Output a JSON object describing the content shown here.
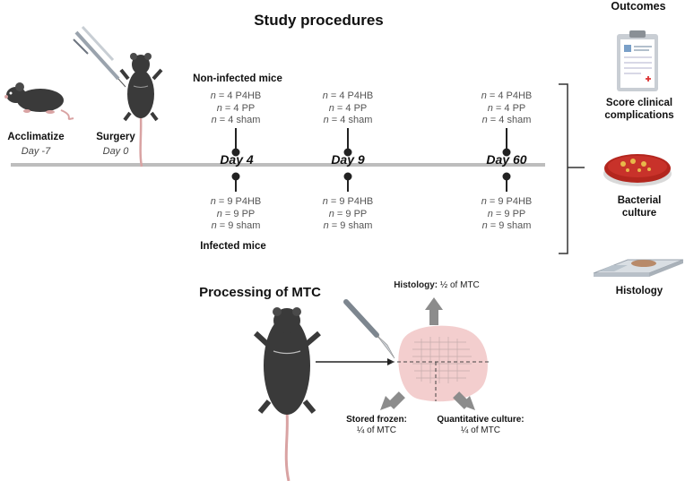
{
  "header": {
    "title": "Study procedures",
    "outcomes_title": "Outcomes"
  },
  "timeline": {
    "acclimatize": {
      "label": "Acclimatize",
      "day": "Day -7"
    },
    "surgery": {
      "label": "Surgery",
      "day": "Day 0"
    },
    "noninfected_label": "Non-infected mice",
    "infected_label": "Infected mice",
    "days": [
      {
        "label": "Day 4",
        "top": [
          {
            "n": "n",
            "text": " = 4 P4HB"
          },
          {
            "n": "n",
            "text": " = 4 PP"
          },
          {
            "n": "n",
            "text": " = 4 sham"
          }
        ],
        "bottom": [
          {
            "n": "n",
            "text": " = 9 P4HB"
          },
          {
            "n": "n",
            "text": " = 9 PP"
          },
          {
            "n": "n",
            "text": " = 9 sham"
          }
        ]
      },
      {
        "label": "Day 9",
        "top": [
          {
            "n": "n",
            "text": " = 4 P4HB"
          },
          {
            "n": "n",
            "text": " = 4 PP"
          },
          {
            "n": "n",
            "text": " = 4 sham"
          }
        ],
        "bottom": [
          {
            "n": "n",
            "text": " = 9 P4HB"
          },
          {
            "n": "n",
            "text": " = 9 PP"
          },
          {
            "n": "n",
            "text": " = 9 sham"
          }
        ]
      },
      {
        "label": "Day 60",
        "top": [
          {
            "n": "n",
            "text": " = 4 P4HB"
          },
          {
            "n": "n",
            "text": " = 4 PP"
          },
          {
            "n": "n",
            "text": " = 4 sham"
          }
        ],
        "bottom": [
          {
            "n": "n",
            "text": " = 9 P4HB"
          },
          {
            "n": "n",
            "text": " = 9 PP"
          },
          {
            "n": "n",
            "text": " = 9 sham"
          }
        ]
      }
    ]
  },
  "outcomes": [
    {
      "label_line1": "Score clinical",
      "label_line2": "complications",
      "icon": "clipboard-icon"
    },
    {
      "label_line1": "Bacterial",
      "label_line2": "culture",
      "icon": "petri-dish-icon"
    },
    {
      "label_line1": "Histology",
      "label_line2": "",
      "icon": "microscope-slide-icon"
    }
  ],
  "processing": {
    "title": "Processing of MTC",
    "histology": {
      "bold": "Histology:",
      "rest": " ½ of MTC"
    },
    "stored": {
      "bold": "Stored frozen:",
      "rest": "¼ of MTC"
    },
    "culture": {
      "bold": "Quantitative culture:",
      "rest": "¼ of MTC"
    }
  },
  "colors": {
    "timeline": "#bdbdbd",
    "mouse_fur": "#3a3a3a",
    "mouse_skin": "#d9a3a3",
    "arrow_gray": "#8c8c8c",
    "tissue": "#f2c9c9",
    "agar": "#b3261e"
  }
}
